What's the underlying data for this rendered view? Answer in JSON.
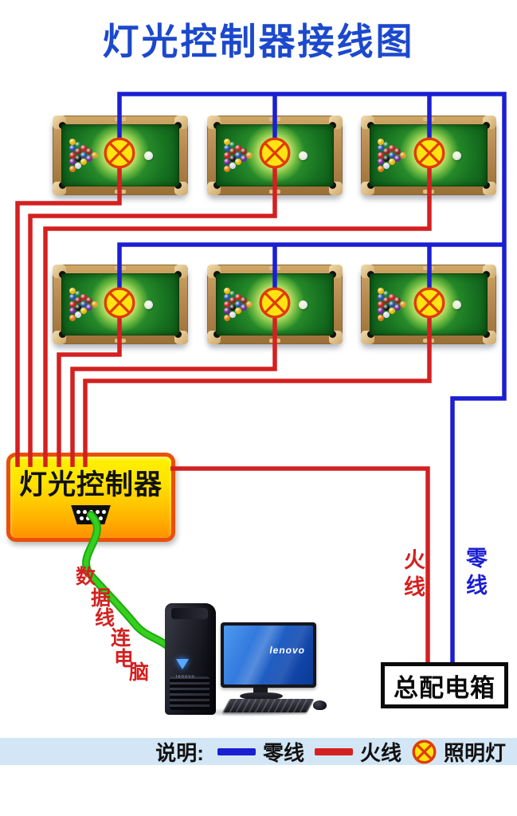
{
  "title": "灯光控制器接线图",
  "controller": {
    "label": "灯光控制器",
    "connector_icon": "db9-serial-connector"
  },
  "distribution_box": {
    "label": "总配电箱"
  },
  "wire_labels": {
    "live": "火线",
    "neutral": "零线"
  },
  "cable_label": "数据线连电脑",
  "computer": {
    "brand": "lenovo"
  },
  "legend": {
    "heading": "说明:",
    "items": [
      {
        "key": "neutral",
        "type": "line",
        "color": "#1b1fd1",
        "label": "零线"
      },
      {
        "key": "live",
        "type": "line",
        "color": "#d42020",
        "label": "火线"
      },
      {
        "key": "lamp",
        "type": "lamp",
        "label": "照明灯"
      }
    ]
  },
  "tables": {
    "count": 6,
    "rows": 2,
    "per_row": 3,
    "ball_colors": [
      "#e8b90c",
      "#2b4fa8",
      "#c22323",
      "#722a96",
      "#e07a12",
      "#207a3c",
      "#8e2424",
      "#1a1a1a",
      "#d9d9e4",
      "#c22323",
      "#2b4fa8",
      "#e8b90c",
      "#8e2424",
      "#722a96",
      "#e07a12"
    ]
  },
  "colors": {
    "title": "#1c49cc",
    "neutral_wire": "#1b1fd1",
    "live_wire": "#d42020",
    "data_cable": "#35cf1d",
    "data_cable_dark": "#1fa912",
    "lamp_fill": "#ffe412",
    "lamp_stroke": "#e23b00",
    "controller_border": "#e8500a",
    "legend_bg": "#d3e6f5"
  }
}
